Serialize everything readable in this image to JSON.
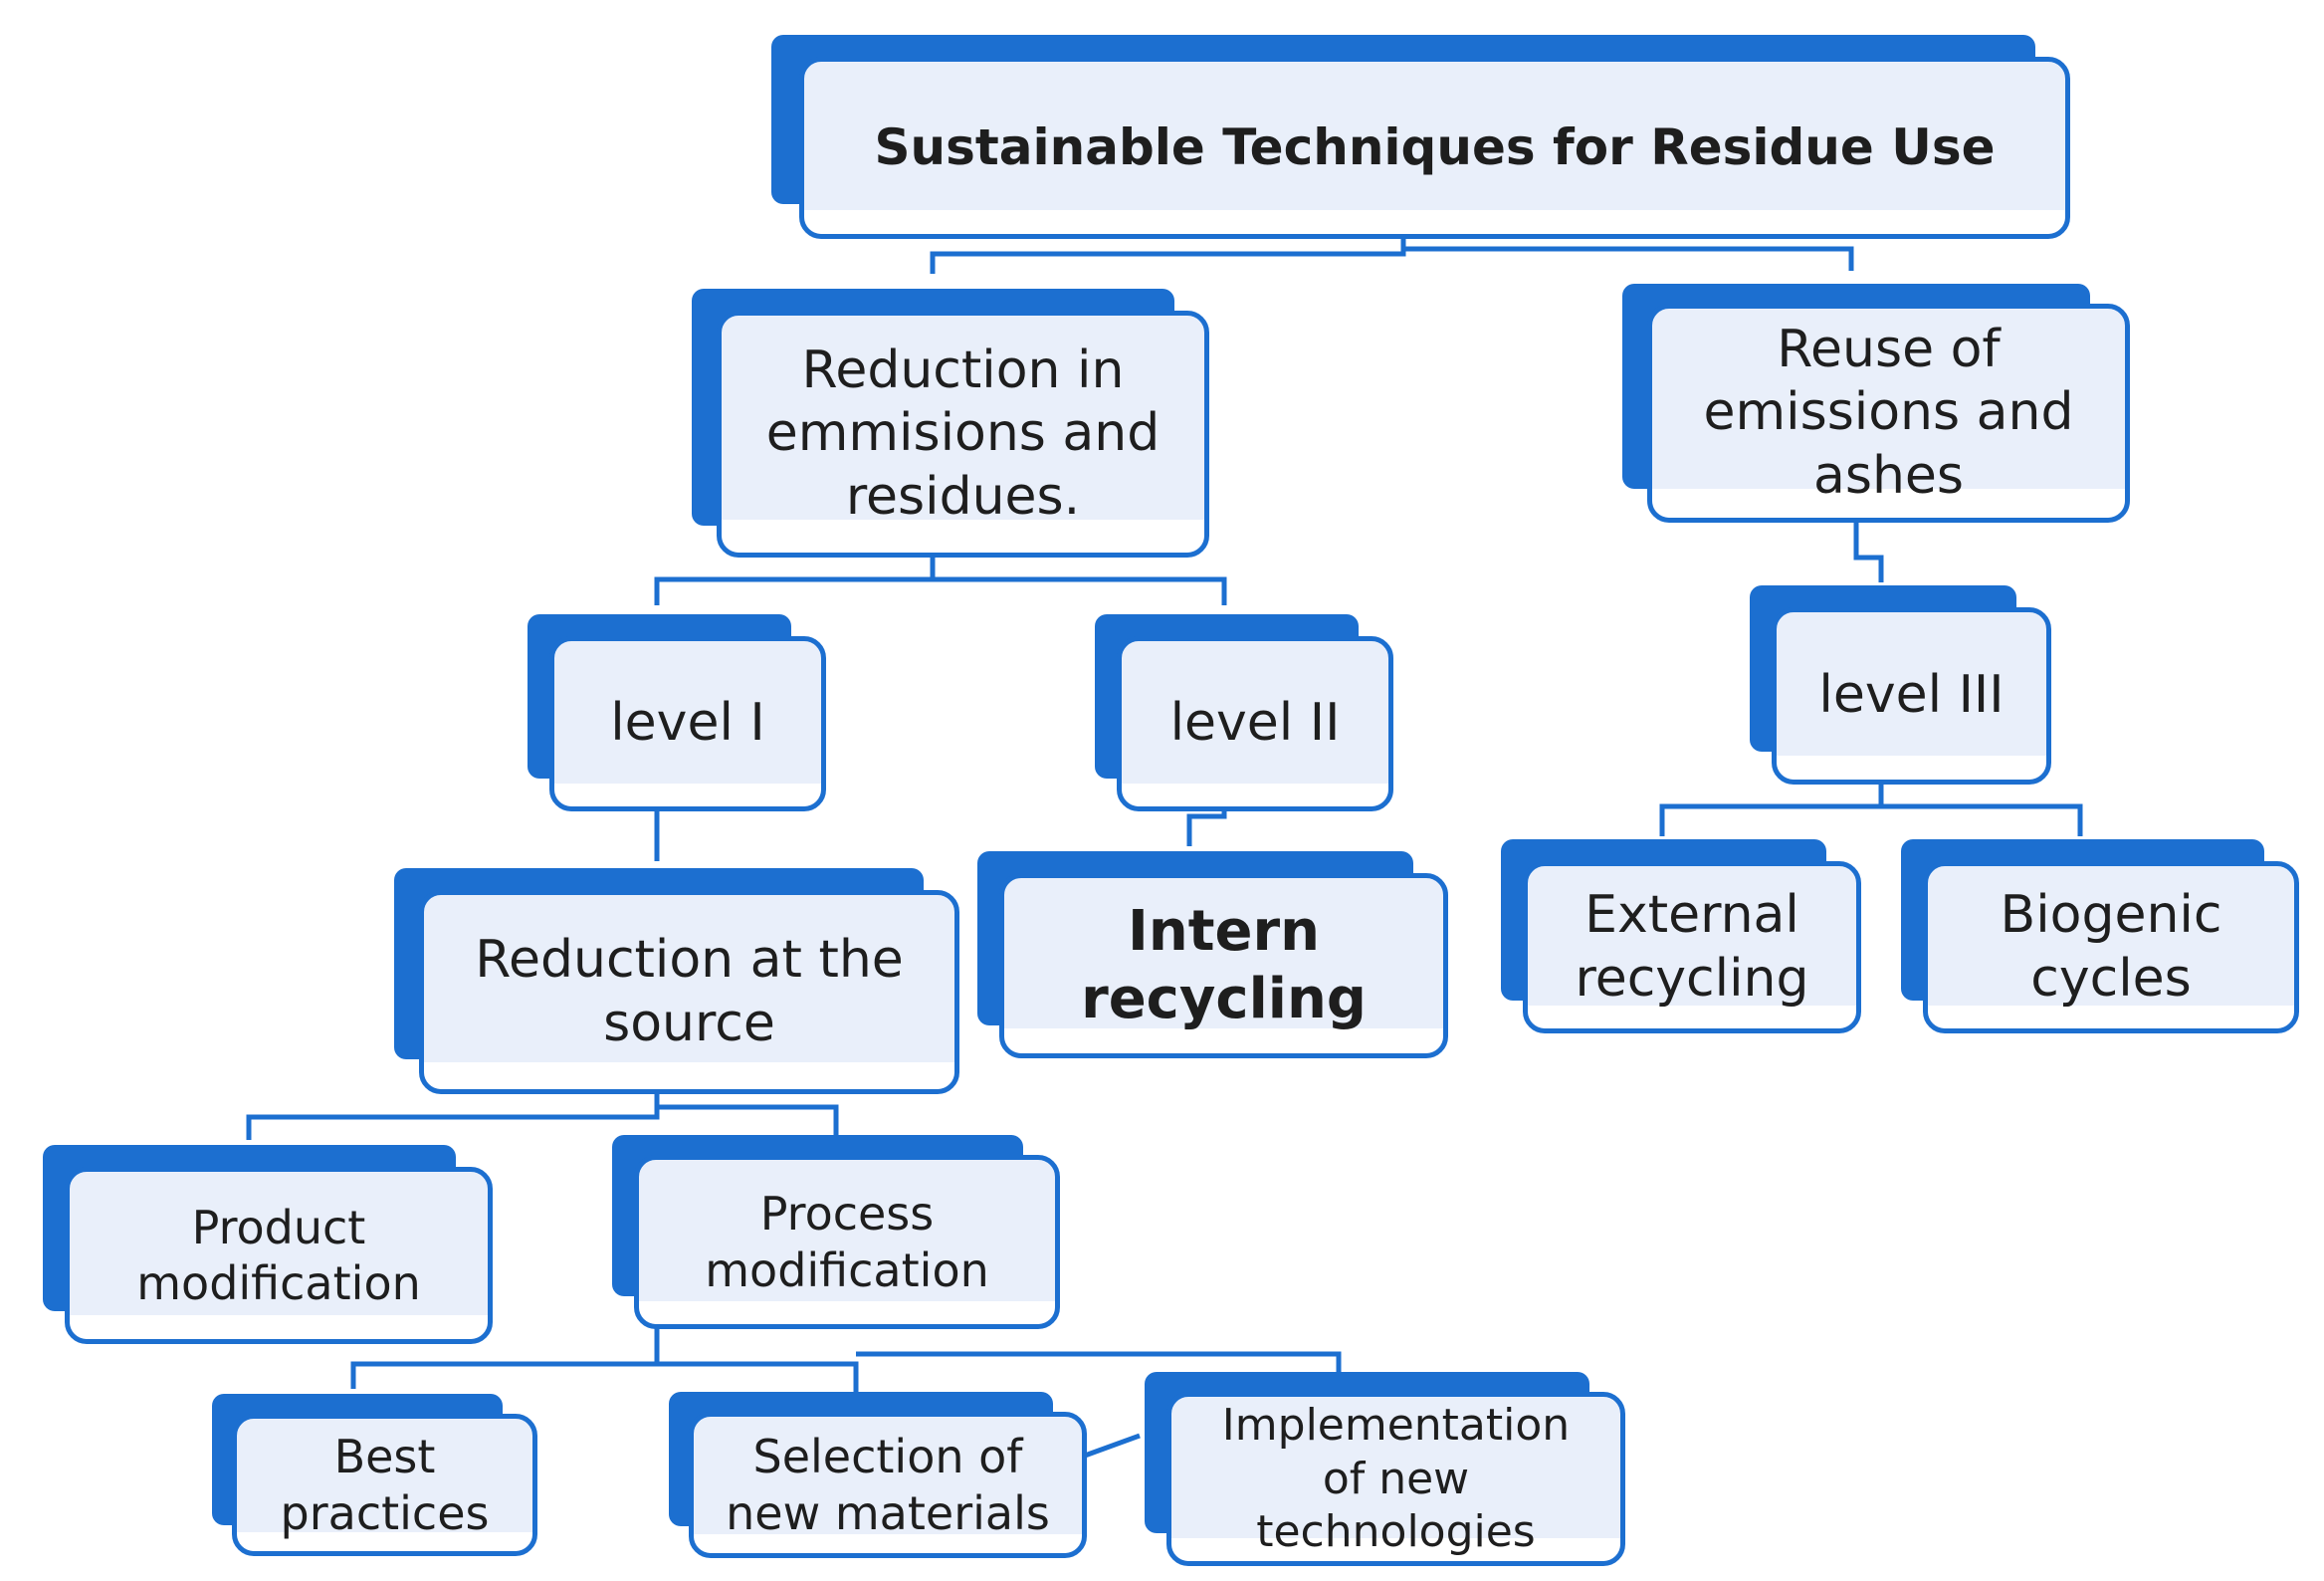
{
  "diagram": {
    "title": "Sustainable Techniques for Residue Use",
    "branches": {
      "reduction": "Reduction in\nemmisions and\nresidues.",
      "reuse": "Reuse of\nemissions and\nashes"
    },
    "levels": {
      "level_1": "level I",
      "level_2": "level II",
      "level_3": "level III"
    },
    "reduction_at_source": "Reduction at the\nsource",
    "intern_recycling": "Intern\nrecycling",
    "external_recycling": "External\nrecycling",
    "biogenic_cycles": "Biogenic\ncycles",
    "product_modification": "Product\nmodification",
    "process_modification": "Process\nmodification",
    "best_practices": "Best\npractices",
    "selection_new_materials": "Selection of\nnew materials",
    "implementation_new_technologies": "Implementation\nof new\ntechnologies"
  },
  "colors": {
    "accent": "#1c6fd0",
    "box_fill": "#e9effa",
    "text": "#1e1e1e"
  }
}
